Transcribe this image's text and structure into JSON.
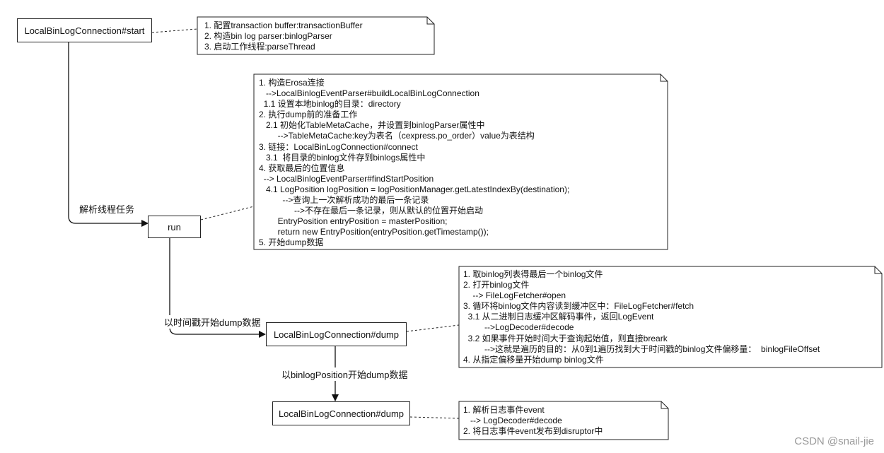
{
  "nodes": {
    "start": "LocalBinLogConnection#start",
    "run": "run",
    "dump1": "LocalBinLogConnection#dump",
    "dump2": "LocalBinLogConnection#dump"
  },
  "edge_labels": {
    "start_to_run": "解析线程任务",
    "run_to_dump1": "以时间戳开始dump数据",
    "dump1_to_dump2": "以binlogPosition开始dump数据"
  },
  "notes": {
    "start_note": [
      "1. 配置transaction buffer:transactionBuffer",
      "2. 构造bin log parser:binlogParser",
      "3. 启动工作线程:parseThread"
    ],
    "run_note": [
      "1. 构造Erosa连接",
      "   -->LocalBinlogEventParser#buildLocalBinLogConnection",
      "  1.1 设置本地binlog的目录：directory",
      "2. 执行dump前的准备工作",
      "   2.1 初始化TableMetaCache，并设置到binlogParser属性中",
      "        -->TableMetaCache:key为表名（cexpress.po_order）value为表结构",
      "3. 链接：LocalBinLogConnection#connect",
      "   3.1  将目录的binlog文件存到binlogs属性中",
      "4. 获取最后的位置信息",
      "  --> LocalBinlogEventParser#findStartPosition",
      "   4.1 LogPosition logPosition = logPositionManager.getLatestIndexBy(destination);",
      "          -->查询上一次解析成功的最后一条记录",
      "               -->不存在最后一条记录，则从默认的位置开始启动",
      "        EntryPosition entryPosition = masterPosition;",
      "        return new EntryPosition(entryPosition.getTimestamp());",
      "5. 开始dump数据"
    ],
    "dump1_note": [
      "1. 取binlog列表得最后一个binlog文件",
      "2. 打开binlog文件",
      "    --> FileLogFetcher#open",
      "3. 循环将binlog文件内容读到缓冲区中：FileLogFetcher#fetch",
      "  3.1 从二进制日志缓冲区解码事件，返回LogEvent",
      "         -->LogDecoder#decode",
      "  3.2 如果事件开始时间大于查询起始值，则直接breark",
      "         -->这就是遍历的目的：从0到1遍历找到大于时间戳的binlog文件偏移量：  binlogFileOffset",
      "4. 从指定偏移量开始dump binlog文件"
    ],
    "dump2_note": [
      "1. 解析日志事件event",
      "   --> LogDecoder#decode",
      "2. 将日志事件event发布到disruptor中"
    ]
  },
  "watermark": "CSDN @snail-jie"
}
